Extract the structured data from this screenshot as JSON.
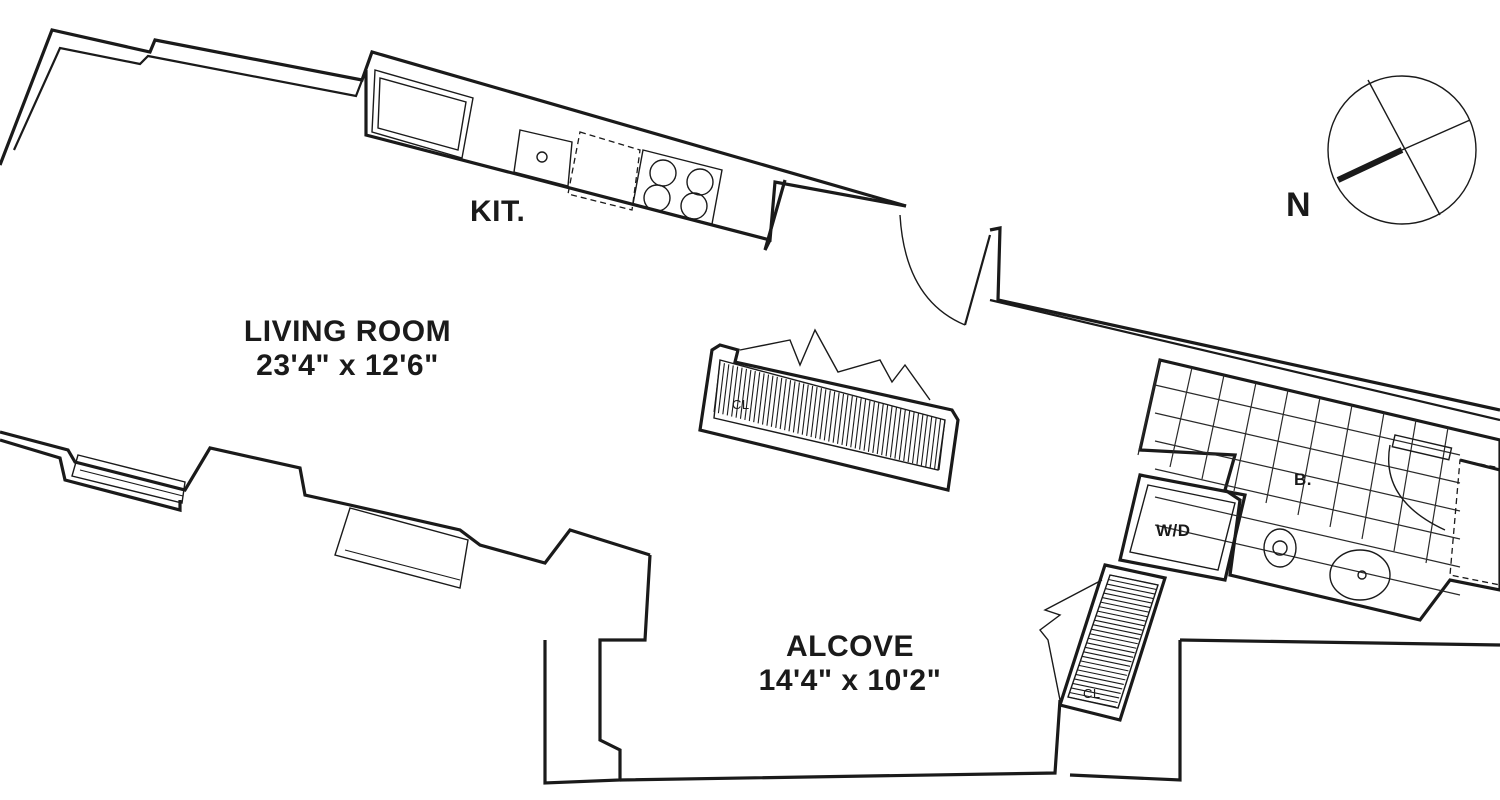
{
  "rooms": {
    "kitchen": {
      "name": "KIT."
    },
    "living_room": {
      "name": "LIVING ROOM",
      "dimensions": "23'4\" x 12'6\""
    },
    "alcove": {
      "name": "ALCOVE",
      "dimensions": "14'4\" x 10'2\""
    },
    "bath": {
      "name": "B."
    },
    "washer_dryer": {
      "name": "W/D"
    },
    "closet_center": {
      "name": "CL"
    },
    "closet_alcove": {
      "name": "CL"
    }
  },
  "compass": {
    "label": "N"
  },
  "colors": {
    "line": "#1a1a1a",
    "background": "#ffffff"
  }
}
